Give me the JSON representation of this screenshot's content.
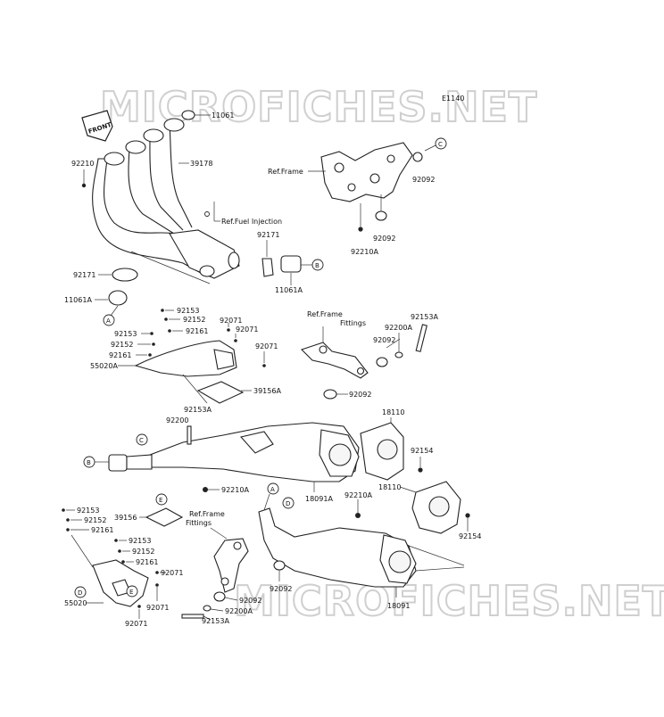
{
  "watermark": {
    "top": "MICROFICHES.NET",
    "bottom": "MICROFICHES.NET"
  },
  "diagram_code": "E1140",
  "front_label": "FRONT",
  "refs": {
    "frame": "Ref.Frame",
    "fuel_injection": "Ref.Fuel Injection",
    "frame_fittings_1a": "Ref.Frame",
    "frame_fittings_1b": "Fittings",
    "frame_fittings_2a": "Ref.Frame",
    "frame_fittings_2b": "Fittings"
  },
  "callouts": {
    "A": "A",
    "B": "B",
    "C": "C",
    "D": "D",
    "E": "E"
  },
  "part_numbers": {
    "p11061": "11061",
    "p39178": "39178",
    "p92210": "92210",
    "p92092_a": "92092",
    "p92092_b": "92092",
    "p92210A_a": "92210A",
    "p92171_a": "92171",
    "p11061A_a": "11061A",
    "p92171_b": "92171",
    "p11061A_b": "11061A",
    "p92153_a": "92153",
    "p92152_a": "92152",
    "p92071_a": "92071",
    "p92153_b": "92153",
    "p92161_a": "92161",
    "p92071_b": "92071",
    "p92152_b": "92152",
    "p92071_c": "92071",
    "p92161_b": "92161",
    "p55020A": "55020A",
    "p39156A": "39156A",
    "p92153A_a": "92153A",
    "p92200_a": "92200",
    "p92153A_b": "92153A",
    "p92200A_a": "92200A",
    "p92092_c": "92092",
    "p92092_d": "92092",
    "p18110_a": "18110",
    "p92154_a": "92154",
    "p18110_b": "18110",
    "p92210A_b": "92210A",
    "p18091A": "18091A",
    "p92210A_c": "92210A",
    "p92153_c": "92153",
    "p92152_c": "92152",
    "p92161_c": "92161",
    "p39156": "39156",
    "p92153_d": "92153",
    "p92152_d": "92152",
    "p92161_d": "92161",
    "p92071_d": "92071",
    "p92092_e": "92092",
    "p92092_f": "92092",
    "p92200A_b": "92200A",
    "p92153A_c": "92153A",
    "p92154_b": "92154",
    "p18091": "18091",
    "p55020": "55020",
    "p92071_e": "92071",
    "p92071_f": "92071"
  }
}
